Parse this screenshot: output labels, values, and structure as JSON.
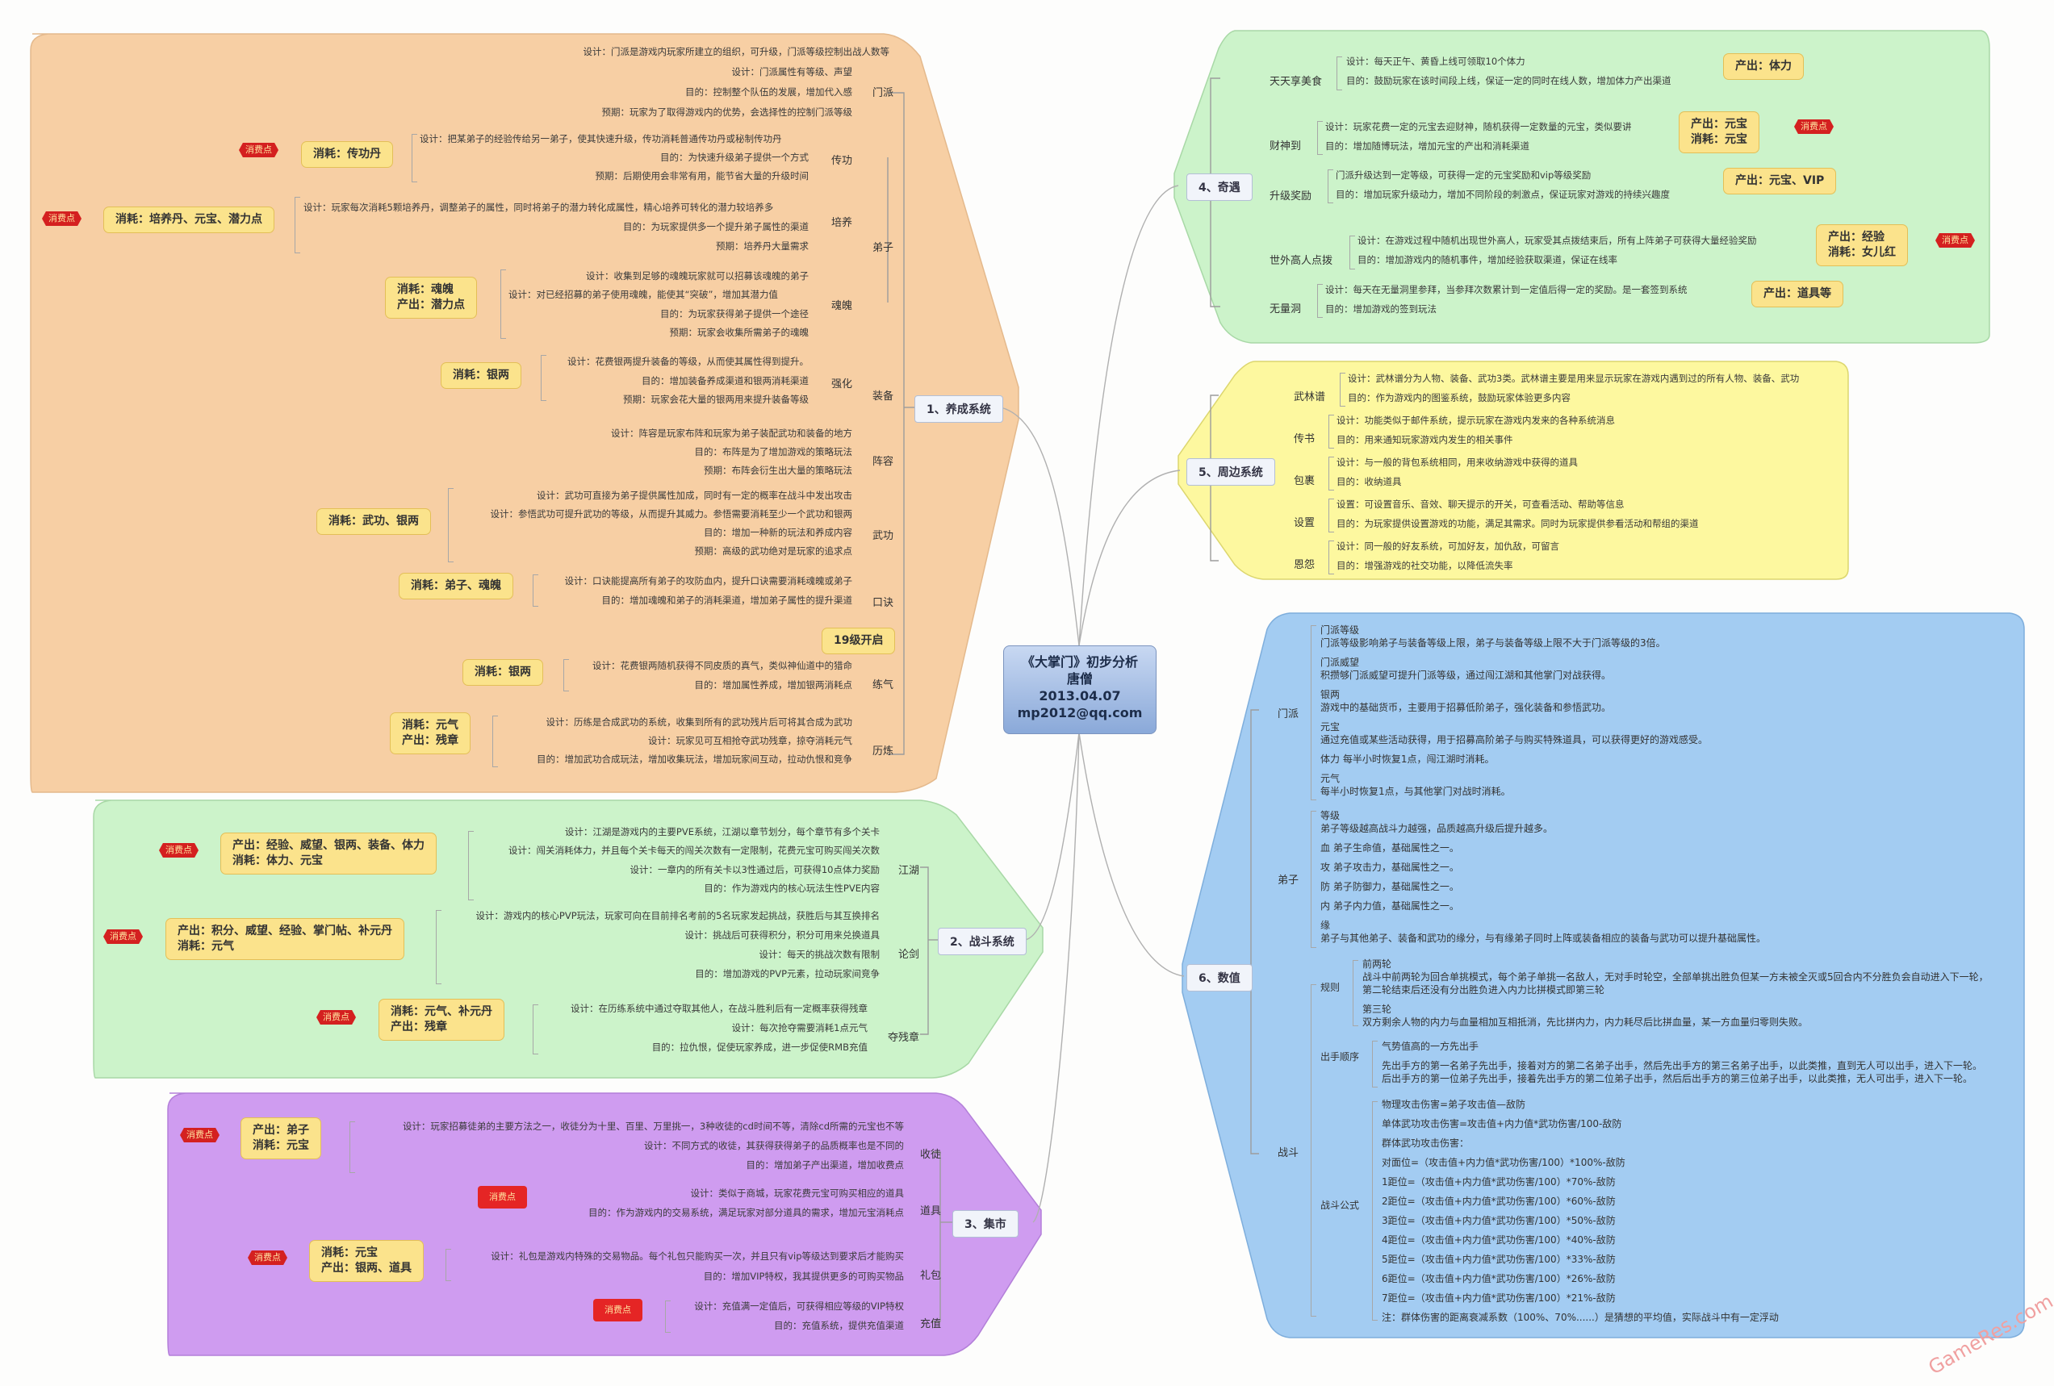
{
  "center": {
    "title": "《大掌门》初步分析",
    "author": "唐僧",
    "date": "2013.04.07",
    "email": "mp2012@qq.com"
  },
  "colors": {
    "orange": "#f7cfa4",
    "green": "#ccf3ca",
    "purple": "#cf9cf0",
    "yellow": "#fdf89f",
    "blue": "#a3ccf2",
    "box": "#fbe38c",
    "badge": "#d42020"
  },
  "watermark": "GameRes.com",
  "branches": {
    "b1": "1、养成系统",
    "b2": "2、战斗系统",
    "b3": "3、集市",
    "b4": "4、奇遇",
    "b5": "5、周边系统",
    "b6": "6、数值"
  },
  "badge_text": "消费点",
  "box_19": "19级开启",
  "s1": {
    "menpai": {
      "label": "门派",
      "lines": [
        "设计：门派是游戏内玩家所建立的组织，可升级，门派等级控制出战人数等",
        "设计：门派属性有等级、声望",
        "目的：控制整个队伍的发展，增加代入感",
        "预期：玩家为了取得游戏内的优势，会选择性的控制门派等级"
      ]
    },
    "dizi": {
      "label": "弟子"
    },
    "chuangong": {
      "label": "传功",
      "box": "消耗：传功丹",
      "lines": [
        "设计：把某弟子的经验传给另一弟子，使其快速升级，传功消耗普通传功丹或秘制传功丹",
        "目的：为快速升级弟子提供一个方式",
        "预期：后期使用会非常有用，能节省大量的升级时间"
      ]
    },
    "peiyang": {
      "label": "培养",
      "box": "消耗：培养丹、元宝、潜力点",
      "lines": [
        "设计：玩家每次消耗5颗培养丹，调整弟子的属性，同时将弟子的潜力转化成属性，精心培养可转化的潜力较培养多",
        "目的：为玩家提供多一个提升弟子属性的渠道",
        "预期：培养丹大量需求"
      ]
    },
    "hunpo": {
      "label": "魂魄",
      "box1": "消耗：魂魄",
      "box2": "产出：潜力点",
      "lines": [
        "设计：收集到足够的魂魄玩家就可以招募该魂魄的弟子",
        "设计：对已经招募的弟子使用魂魄，能使其“突破”，增加其潜力值",
        "目的：为玩家获得弟子提供一个途径",
        "预期：玩家会收集所需弟子的魂魄"
      ]
    },
    "zhuangbei": {
      "label": "装备"
    },
    "qianghua": {
      "label": "强化",
      "box": "消耗：银两",
      "lines": [
        "设计：花费银两提升装备的等级，从而使其属性得到提升。",
        "目的：增加装备养成渠道和银两消耗渠道",
        "预期：玩家会花大量的银两用来提升装备等级"
      ]
    },
    "zhenrong": {
      "label": "阵容",
      "lines": [
        "设计：阵容是玩家布阵和玩家为弟子装配武功和装备的地方",
        "目的：布阵是为了增加游戏的策略玩法",
        "预期：布阵会衍生出大量的策略玩法"
      ]
    },
    "wugong": {
      "label": "武功",
      "box": "消耗：武功、银两",
      "lines": [
        "设计：武功可直接为弟子提供属性加成，同时有一定的概率在战斗中发出攻击",
        "设计：参悟武功可提升武功的等级，从而提升其威力。参悟需要消耗至少一个武功和银两",
        "目的：增加一种新的玩法和养成内容",
        "预期：高级的武功绝对是玩家的追求点"
      ]
    },
    "koujue": {
      "label": "口诀",
      "box": "消耗：弟子、魂魄",
      "lines": [
        "设计：口诀能提高所有弟子的攻防血内，提升口诀需要消耗魂魄或弟子",
        "目的：增加魂魄和弟子的消耗渠道，增加弟子属性的提升渠道"
      ]
    },
    "lianqi": {
      "label": "练气",
      "box": "消耗：银两",
      "lines": [
        "设计：花费银两随机获得不同皮质的真气，类似神仙道中的猎命",
        "目的：增加属性养成，增加银两消耗点"
      ]
    },
    "lilian": {
      "label": "历炼",
      "box1": "消耗：元气",
      "box2": "产出：残章",
      "lines": [
        "设计：历练是合成武功的系统，收集到所有的武功残片后可将其合成为武功",
        "设计：玩家见可互相抢夺武功残章，掠夺消耗元气",
        "目的：增加武功合成玩法，增加收集玩法，增加玩家间互动，拉动仇恨和竞争"
      ]
    }
  },
  "s2": {
    "jianghu": {
      "label": "江湖",
      "box1": "产出：经验、威望、银两、装备、体力",
      "box2": "消耗：体力、元宝",
      "lines": [
        "设计：江湖是游戏内的主要PVE系统，江湖以章节划分，每个章节有多个关卡",
        "设计：闯关消耗体力，并且每个关卡每天的闯关次数有一定限制，花费元宝可购买闯关次数",
        "设计：一章内的所有关卡以3性通过后，可获得10点体力奖励",
        "目的：作为游戏内的核心玩法生性PVE内容"
      ]
    },
    "lunjian": {
      "label": "论剑",
      "box1": "产出：积分、威望、经验、掌门帖、补元丹",
      "box2": "消耗：元气",
      "lines": [
        "设计：游戏内的核心PVP玩法，玩家可向在目前排名考前的5名玩家发起挑战，获胜后与其互换排名",
        "设计：挑战后可获得积分，积分可用来兑换道具",
        "设计：每天的挑战次数有限制",
        "目的：增加游戏的PVP元素，拉动玩家间竞争"
      ]
    },
    "duobao": {
      "label": "夺残章",
      "box1": "消耗：元气、补元丹",
      "box2": "产出：残章",
      "lines": [
        "设计：在历练系统中通过夺取其他人，在战斗胜利后有一定概率获得残章",
        "设计：每次抢夺需要消耗1点元气",
        "目的：拉仇恨，促使玩家养成，进一步促使RMB充值"
      ]
    }
  },
  "s3": {
    "shoutu": {
      "label": "收徒",
      "box1": "产出：弟子",
      "box2": "消耗：元宝",
      "lines": [
        "设计：玩家招募徒弟的主要方法之一，收徒分为十里、百里、万里挑一，3种收徒的cd时间不等，清除cd所需的元宝也不等",
        "设计：不同方式的收徒，其获得获得弟子的品质概率也是不同的",
        "目的：增加弟子产出渠道，增加收费点"
      ]
    },
    "daoju": {
      "label": "道具",
      "lines": [
        "设计：类似于商城，玩家花费元宝可购买相应的道具",
        "目的：作为游戏内的交易系统，满足玩家对部分道具的需求，增加元宝消耗点"
      ]
    },
    "libao": {
      "label": "礼包",
      "box1": "消耗：元宝",
      "box2": "产出：银两、道具",
      "lines": [
        "设计：礼包是游戏内特殊的交易物品。每个礼包只能购买一次，并且只有vip等级达到要求后才能购买",
        "目的：增加VIP特权，我其提供更多的可购买物品"
      ]
    },
    "chongzhi": {
      "label": "充值",
      "lines": [
        "设计：充值满一定值后，可获得相应等级的VIP特权",
        "目的：充值系统，提供充值渠道"
      ]
    }
  },
  "s4": {
    "tiantian": {
      "label": "天天享美食",
      "box": "产出：体力",
      "lines": [
        "设计：每天正午、黄昏上线可领取10个体力",
        "目的：鼓励玩家在该时间段上线，保证一定的同时在线人数，增加体力产出渠道"
      ]
    },
    "caishen": {
      "label": "财神到",
      "box1": "产出：元宝",
      "box2": "消耗：元宝",
      "lines": [
        "设计：玩家花费一定的元宝去迎财神，随机获得一定数量的元宝，类似要讲",
        "目的：增加随博玩法，增加元宝的产出和消耗渠道"
      ]
    },
    "shengji": {
      "label": "升级奖励",
      "box": "产出：元宝、VIP",
      "lines": [
        "门派升级达到一定等级，可获得一定的元宝奖励和vip等级奖励",
        "目的：增加玩家升级动力，增加不同阶段的刺激点，保证玩家对游戏的持续兴趣度"
      ]
    },
    "shiwai": {
      "label": "世外高人点拨",
      "box1": "产出：经验",
      "box2": "消耗：女儿红",
      "lines": [
        "设计：在游戏过程中随机出现世外高人，玩家受其点拨结束后，所有上阵弟子可获得大量经验奖励",
        "目的：增加游戏内的随机事件，增加经验获取渠道，保证在线率"
      ]
    },
    "wudi": {
      "label": "无量洞",
      "box": "产出：道具等",
      "lines": [
        "设计：每天在无量洞里参拜，当参拜次数累计到一定值后得一定的奖励。是一套签到系统",
        "目的：增加游戏的签到玩法"
      ]
    }
  },
  "s5": {
    "wulin": {
      "label": "武林谱",
      "lines": [
        "设计：武林谱分为人物、装备、武功3类。武林谱主要是用来显示玩家在游戏内遇到过的所有人物、装备、武功",
        "目的：作为游戏内的图鉴系统，鼓励玩家体验更多内容"
      ]
    },
    "chuanshu": {
      "label": "传书",
      "lines": [
        "设计：功能类似于邮件系统，提示玩家在游戏内发来的各种系统消息",
        "目的：用来通知玩家游戏内发生的相关事件"
      ]
    },
    "baoguo": {
      "label": "包裹",
      "lines": [
        "设计：与一般的背包系统相同，用来收纳游戏中获得的道具",
        "目的：收纳道具"
      ]
    },
    "shezhi": {
      "label": "设置",
      "lines": [
        "设置：可设置音乐、音效、聊天提示的开关，可查看活动、帮助等信息",
        "目的：为玩家提供设置游戏的功能，满足其需求。同时为玩家提供参看活动和帮组的渠道"
      ]
    },
    "enyuan": {
      "label": "恩怨",
      "lines": [
        "设计：同一般的好友系统，可加好友，加仇敌，可留言",
        "目的：增强游戏的社交功能，以降低流失率"
      ]
    }
  },
  "s6": {
    "menpai": {
      "label": "门派",
      "lines": [
        "门派等级",
        "门派等级影响弟子与装备等级上限，弟子与装备等级上限不大于门派等级的3倍。",
        "门派威望",
        "积攒够门派威望可提升门派等级，通过闯江湖和其他掌门对战获得。",
        "银两",
        "游戏中的基础货币，主要用于招募低阶弟子，强化装备和参悟武功。",
        "元宝",
        "通过充值或某些活动获得，用于招募高阶弟子与购买特殊道具，可以获得更好的游戏感受。",
        "体力  每半小时恢复1点，闯江湖时消耗。",
        "元气",
        "每半小时恢复1点，与其他掌门对战时消耗。"
      ]
    },
    "dizi": {
      "label": "弟子",
      "lines": [
        "等级",
        "弟子等级越高战斗力越强，品质越高升级后提升越多。",
        "血  弟子生命值，基础属性之一。",
        "攻  弟子攻击力，基础属性之一。",
        "防  弟子防御力，基础属性之一。",
        "内  弟子内力值，基础属性之一。",
        "缘",
        "弟子与其他弟子、装备和武功的缘分，与有缘弟子同时上阵或装备相应的装备与武功可以提升基础属性。"
      ]
    },
    "zhandou": {
      "label": "战斗"
    },
    "guize": {
      "label": "规则",
      "lines": [
        "前两轮",
        "战斗中前两轮为回合单挑模式，每个弟子单挑一名敌人，无对手时轮空，全部单挑出胜负但某一方未被全灭或5回合内不分胜负会自动进入下一轮，",
        "第二轮结束后还没有分出胜负进入内力比拼模式即第三轮",
        "第三轮",
        "双方剩余人物的内力与血量相加互相抵消，先比拼内力，内力耗尽后比拼血量，某一方血量归零则失败。"
      ]
    },
    "chushou": {
      "label": "出手顺序",
      "lines": [
        "气势值高的一方先出手",
        "先出手方的第一名弟子先出手，接着对方的第二名弟子出手，然后先出手方的第三名弟子出手，以此类推，直到无人可以出手，进入下一轮。",
        "后出手方的第一位弟子先出手，接着先出手方的第二位弟子出手，然后后出手方的第三位弟子出手，以此类推，无人可出手，进入下一轮。"
      ]
    },
    "gongshi": {
      "label": "战斗公式",
      "lines": [
        "物理攻击伤害=弟子攻击值—敌防",
        "单体武功攻击伤害=攻击值+内力值*武功伤害/100-敌防",
        "群体武功攻击伤害：",
        "对面位=（攻击值+内力值*武功伤害/100）*100%-敌防",
        "1距位=（攻击值+内力值*武功伤害/100）*70%-敌防",
        "2距位=（攻击值+内力值*武功伤害/100）*60%-敌防",
        "3距位=（攻击值+内力值*武功伤害/100）*50%-敌防",
        "4距位=（攻击值+内力值*武功伤害/100）*40%-敌防",
        "5距位=（攻击值+内力值*武功伤害/100）*33%-敌防",
        "6距位=（攻击值+内力值*武功伤害/100）*26%-敌防",
        "7距位=（攻击值+内力值*武功伤害/100）*21%-敌防",
        "注：群体伤害的距离衰减系数（100%、70%......）是猜想的平均值，实际战斗中有一定浮动"
      ]
    }
  }
}
